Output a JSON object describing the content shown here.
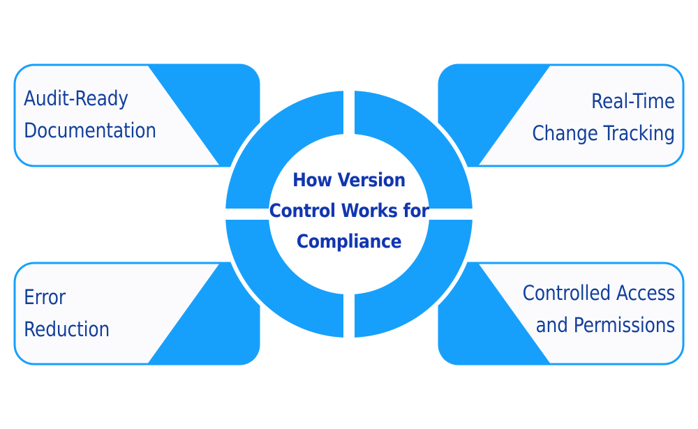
{
  "colors": {
    "accent": "#17a0fb",
    "text_dark": "#123f9a",
    "title": "#1236b0",
    "box_fill": "#fbfbfd"
  },
  "center": {
    "title_lines": [
      "How Version",
      "Control Works for",
      "Compliance"
    ]
  },
  "boxes": {
    "top_left": {
      "lines": [
        "Audit-Ready",
        "Documentation"
      ]
    },
    "top_right": {
      "lines": [
        "Real-Time",
        "Change Tracking"
      ]
    },
    "bottom_left": {
      "lines": [
        "Error",
        "Reduction"
      ]
    },
    "bottom_right": {
      "lines": [
        "Controlled Access",
        "and Permissions"
      ]
    }
  }
}
